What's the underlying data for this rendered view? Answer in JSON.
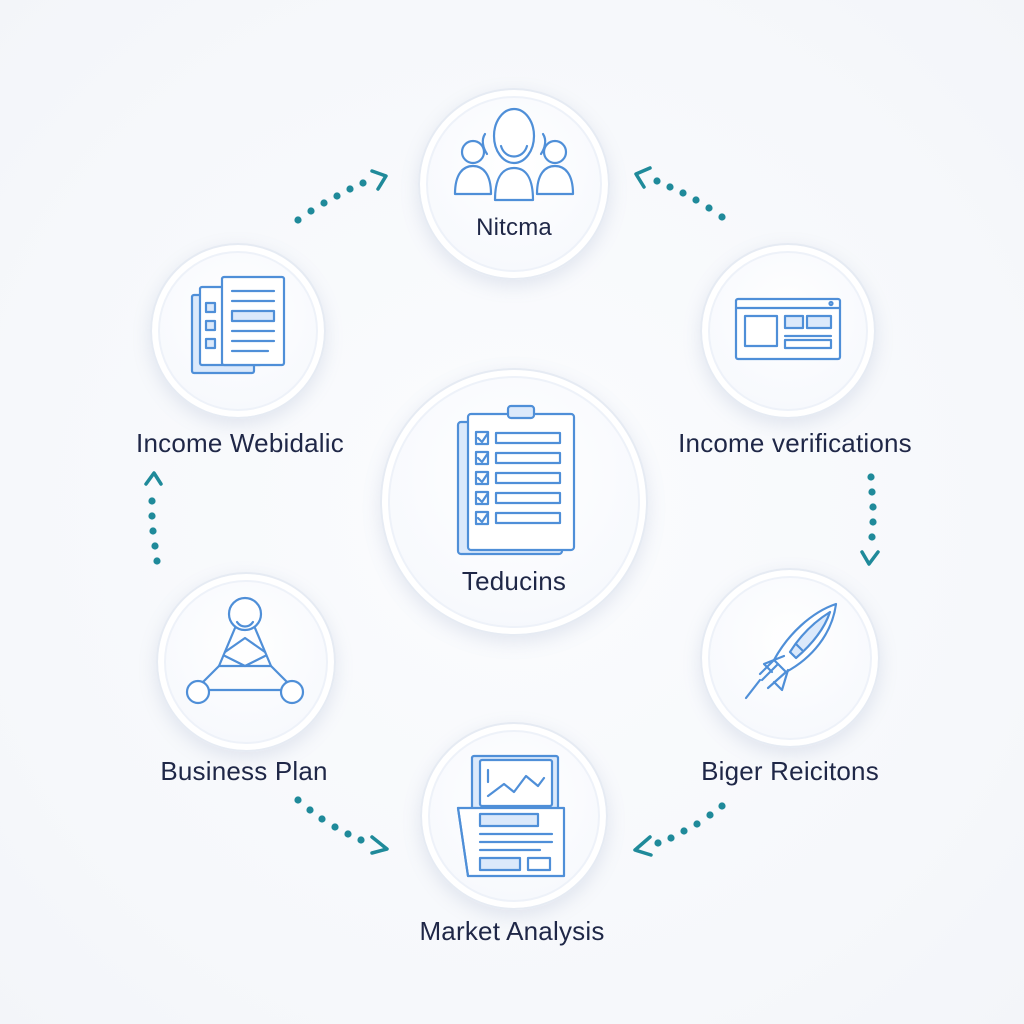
{
  "nodes": {
    "top": {
      "label": "Nitcma",
      "icon": "people-group-icon"
    },
    "center": {
      "label": "Teducins",
      "icon": "checklist-clipboard-icon"
    },
    "left_top": {
      "label": "Income Webidalic",
      "icon": "documents-stack-icon"
    },
    "right_top": {
      "label": "Income verifications",
      "icon": "browser-window-icon"
    },
    "left_bottom": {
      "label": "Business Plan",
      "icon": "person-network-icon"
    },
    "right_bottom": {
      "label": "Biger Reicitons",
      "icon": "rocket-icon"
    },
    "bottom": {
      "label": "Market Analysis",
      "icon": "report-chart-icon"
    }
  },
  "colors": {
    "icon_stroke": "#4f8fd8",
    "icon_fill": "#dbe9fb",
    "arrow": "#1f8a9a",
    "label_text": "#1f2747"
  }
}
